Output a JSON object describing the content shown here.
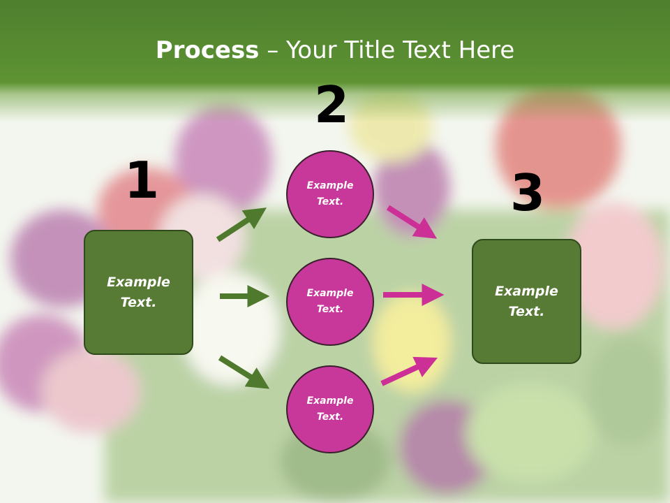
{
  "slide": {
    "title_bold": "Process",
    "title_rest": " – Your Title Text Here"
  },
  "steps": [
    {
      "number": "1",
      "text": "Example\nText."
    },
    {
      "number": "2",
      "text": "Example\nText."
    },
    {
      "number": "3",
      "text": "Example\nText."
    }
  ],
  "circles": [
    {
      "text": "Example\nText."
    },
    {
      "text": "Example\nText."
    },
    {
      "text": "Example\nText."
    }
  ],
  "colors": {
    "header_green": "#5e9333",
    "box_green": "#577a35",
    "circle_magenta": "#c8379a",
    "arrow_green": "#4f7a2d",
    "arrow_magenta": "#cc2f95"
  }
}
